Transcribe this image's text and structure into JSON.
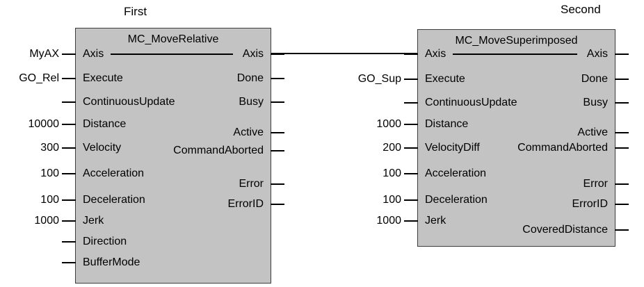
{
  "captions": {
    "first": "First",
    "second": "Second"
  },
  "blocks": [
    {
      "title": "MC_MoveRelative",
      "inputs": [
        {
          "name": "Axis",
          "value": "MyAX"
        },
        {
          "name": "Execute",
          "value": "GO_Rel"
        },
        {
          "name": "ContinuousUpdate",
          "value": ""
        },
        {
          "name": "Distance",
          "value": "10000"
        },
        {
          "name": "Velocity",
          "value": "300"
        },
        {
          "name": "Acceleration",
          "value": "100"
        },
        {
          "name": "Deceleration",
          "value": "100"
        },
        {
          "name": "Jerk",
          "value": "1000"
        },
        {
          "name": "Direction",
          "value": ""
        },
        {
          "name": "BufferMode",
          "value": ""
        }
      ],
      "outputs": [
        "Axis",
        "Done",
        "Busy",
        "Active",
        "CommandAborted",
        "Error",
        "ErrorID"
      ]
    },
    {
      "title": "MC_MoveSuperimposed",
      "inputs": [
        {
          "name": "Axis",
          "value": ""
        },
        {
          "name": "Execute",
          "value": "GO_Sup"
        },
        {
          "name": "ContinuousUpdate",
          "value": ""
        },
        {
          "name": "Distance",
          "value": "1000"
        },
        {
          "name": "VelocityDiff",
          "value": "200"
        },
        {
          "name": "Acceleration",
          "value": "100"
        },
        {
          "name": "Deceleration",
          "value": "100"
        },
        {
          "name": "Jerk",
          "value": "1000"
        }
      ],
      "outputs": [
        "Axis",
        "Done",
        "Busy",
        "Active",
        "CommandAborted",
        "Error",
        "ErrorID",
        "CoveredDistance"
      ]
    }
  ],
  "connections": [
    {
      "from": "MC_MoveRelative.Axis",
      "to": "MC_MoveSuperimposed.Axis"
    }
  ],
  "colors": {
    "block_fill": "#c3c3c3",
    "block_border": "#3c3c3c",
    "wire": "#000000",
    "background": "#ffffff",
    "text": "#000000"
  }
}
